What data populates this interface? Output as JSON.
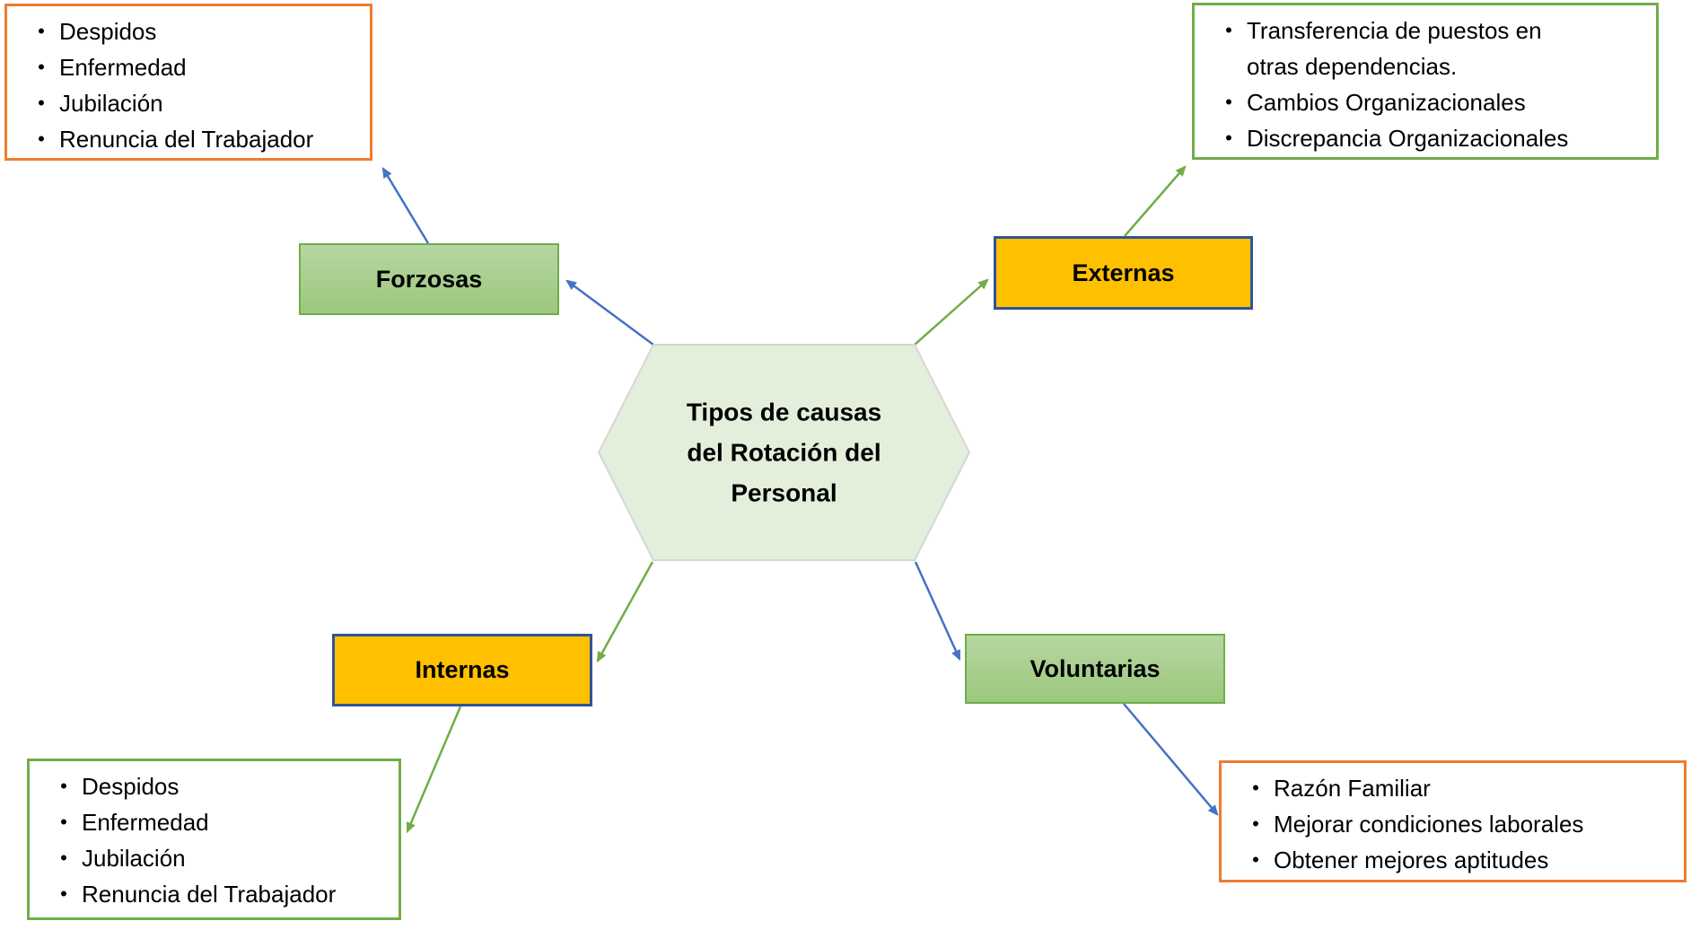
{
  "bullet_char": "•",
  "center": {
    "label": "Tipos de causas del Rotación del Personal"
  },
  "branches": [
    {
      "label": "Forzosas",
      "style": "green-gradient"
    },
    {
      "label": "Externas",
      "style": "gold"
    },
    {
      "label": "Internas",
      "style": "gold"
    },
    {
      "label": "Voluntarias",
      "style": "green-gradient"
    }
  ],
  "lists": {
    "top_left": {
      "border_color_name": "orange",
      "items": [
        "Despidos",
        "Enfermedad",
        "Jubilación",
        "Renuncia del Trabajador"
      ]
    },
    "top_right": {
      "border_color_name": "green",
      "items": [
        "Transferencia de puestos en\notras dependencias.",
        "Cambios Organizacionales",
        "Discrepancia Organizacionales"
      ]
    },
    "bottom_left": {
      "border_color_name": "green",
      "items": [
        "Despidos",
        "Enfermedad",
        "Jubilación",
        "Renuncia del Trabajador"
      ]
    },
    "bottom_right": {
      "border_color_name": "orange",
      "items": [
        "Razón Familiar",
        "Mejorar condiciones laborales",
        "Obtener mejores aptitudes"
      ]
    }
  },
  "connections": [
    {
      "from": "center",
      "to": "Forzosas",
      "color": "blue"
    },
    {
      "from": "center",
      "to": "Externas",
      "color": "green"
    },
    {
      "from": "center",
      "to": "Internas",
      "color": "green"
    },
    {
      "from": "center",
      "to": "Voluntarias",
      "color": "blue"
    },
    {
      "from": "Forzosas",
      "to": "list-top-left",
      "color": "blue"
    },
    {
      "from": "Externas",
      "to": "list-top-right",
      "color": "green"
    },
    {
      "from": "Internas",
      "to": "list-bottom-left",
      "color": "green"
    },
    {
      "from": "Voluntarias",
      "to": "list-bottom-right",
      "color": "blue"
    }
  ],
  "colors": {
    "arrow_blue": "#4472C4",
    "arrow_green": "#70AD47",
    "border_orange": "#ED7D31",
    "border_green": "#70AD47",
    "border_navy": "#2F5597",
    "fill_gold": "#FFC000",
    "fill_green_light": "#B7D6A2",
    "fill_green_dark": "#9CC87E",
    "hex_fill": "#E3EFDA",
    "hex_border": "#D6D6D6",
    "text_black": "#000000"
  }
}
